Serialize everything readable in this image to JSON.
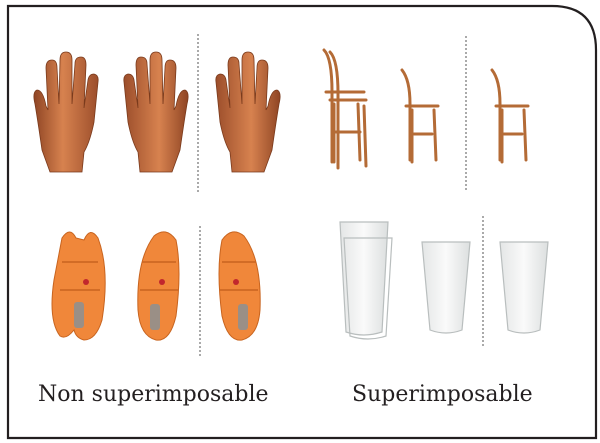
{
  "captions": {
    "left": "Non superimposable",
    "right": "Superimposable"
  },
  "colors": {
    "frame": "#231f20",
    "skin": "#c46a3d",
    "skin_dark": "#8f4524",
    "sandal": "#f0873a",
    "sandal_dark": "#c8641f",
    "sole": "#9a8f86",
    "wood": "#c27a44",
    "wood_dark": "#8e5426",
    "glass": "#c9cccc"
  },
  "panels": [
    {
      "name": "hands",
      "kind": "non-superimposable"
    },
    {
      "name": "chairs",
      "kind": "superimposable"
    },
    {
      "name": "sandals",
      "kind": "non-superimposable"
    },
    {
      "name": "glasses",
      "kind": "superimposable"
    }
  ]
}
